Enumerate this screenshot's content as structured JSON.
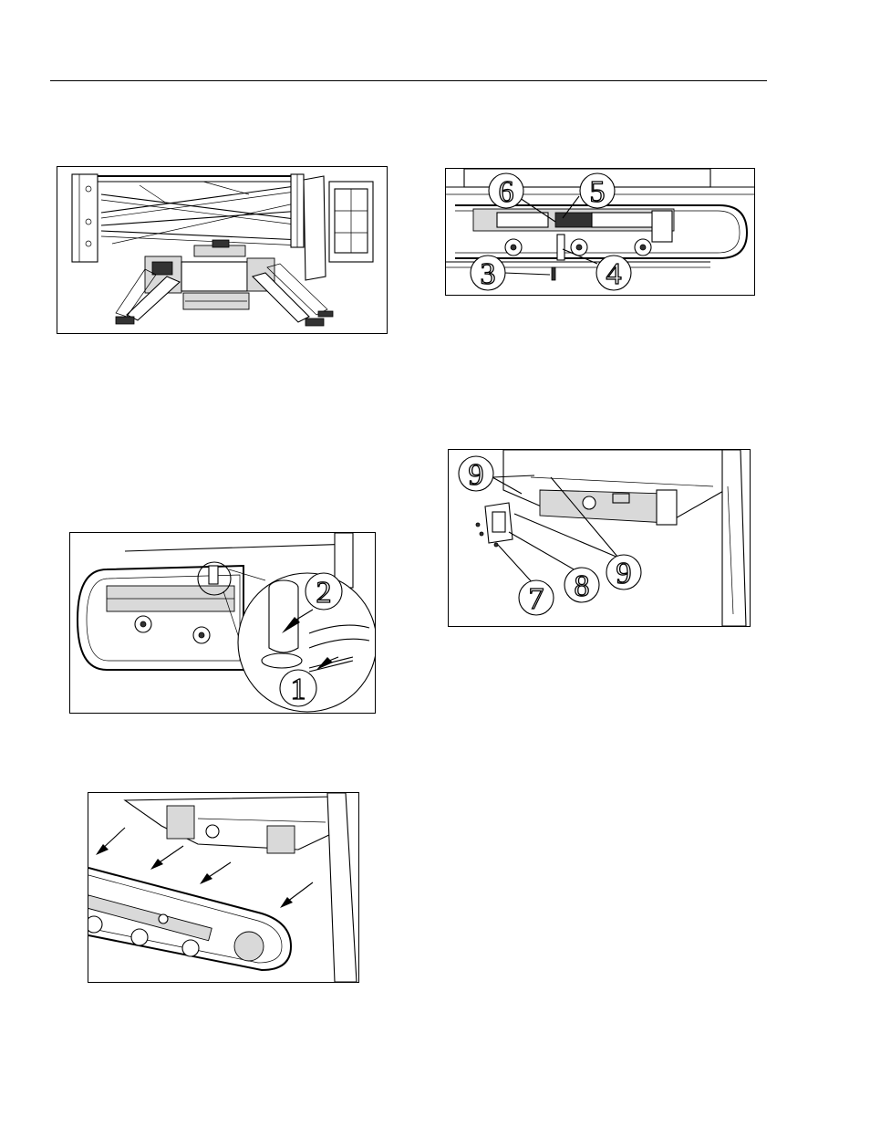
{
  "callouts": {
    "fig2": [
      "6",
      "5",
      "3",
      "4"
    ],
    "fig3": [
      "2",
      "1"
    ],
    "fig4": [
      "9",
      "9",
      "8",
      "7"
    ]
  }
}
